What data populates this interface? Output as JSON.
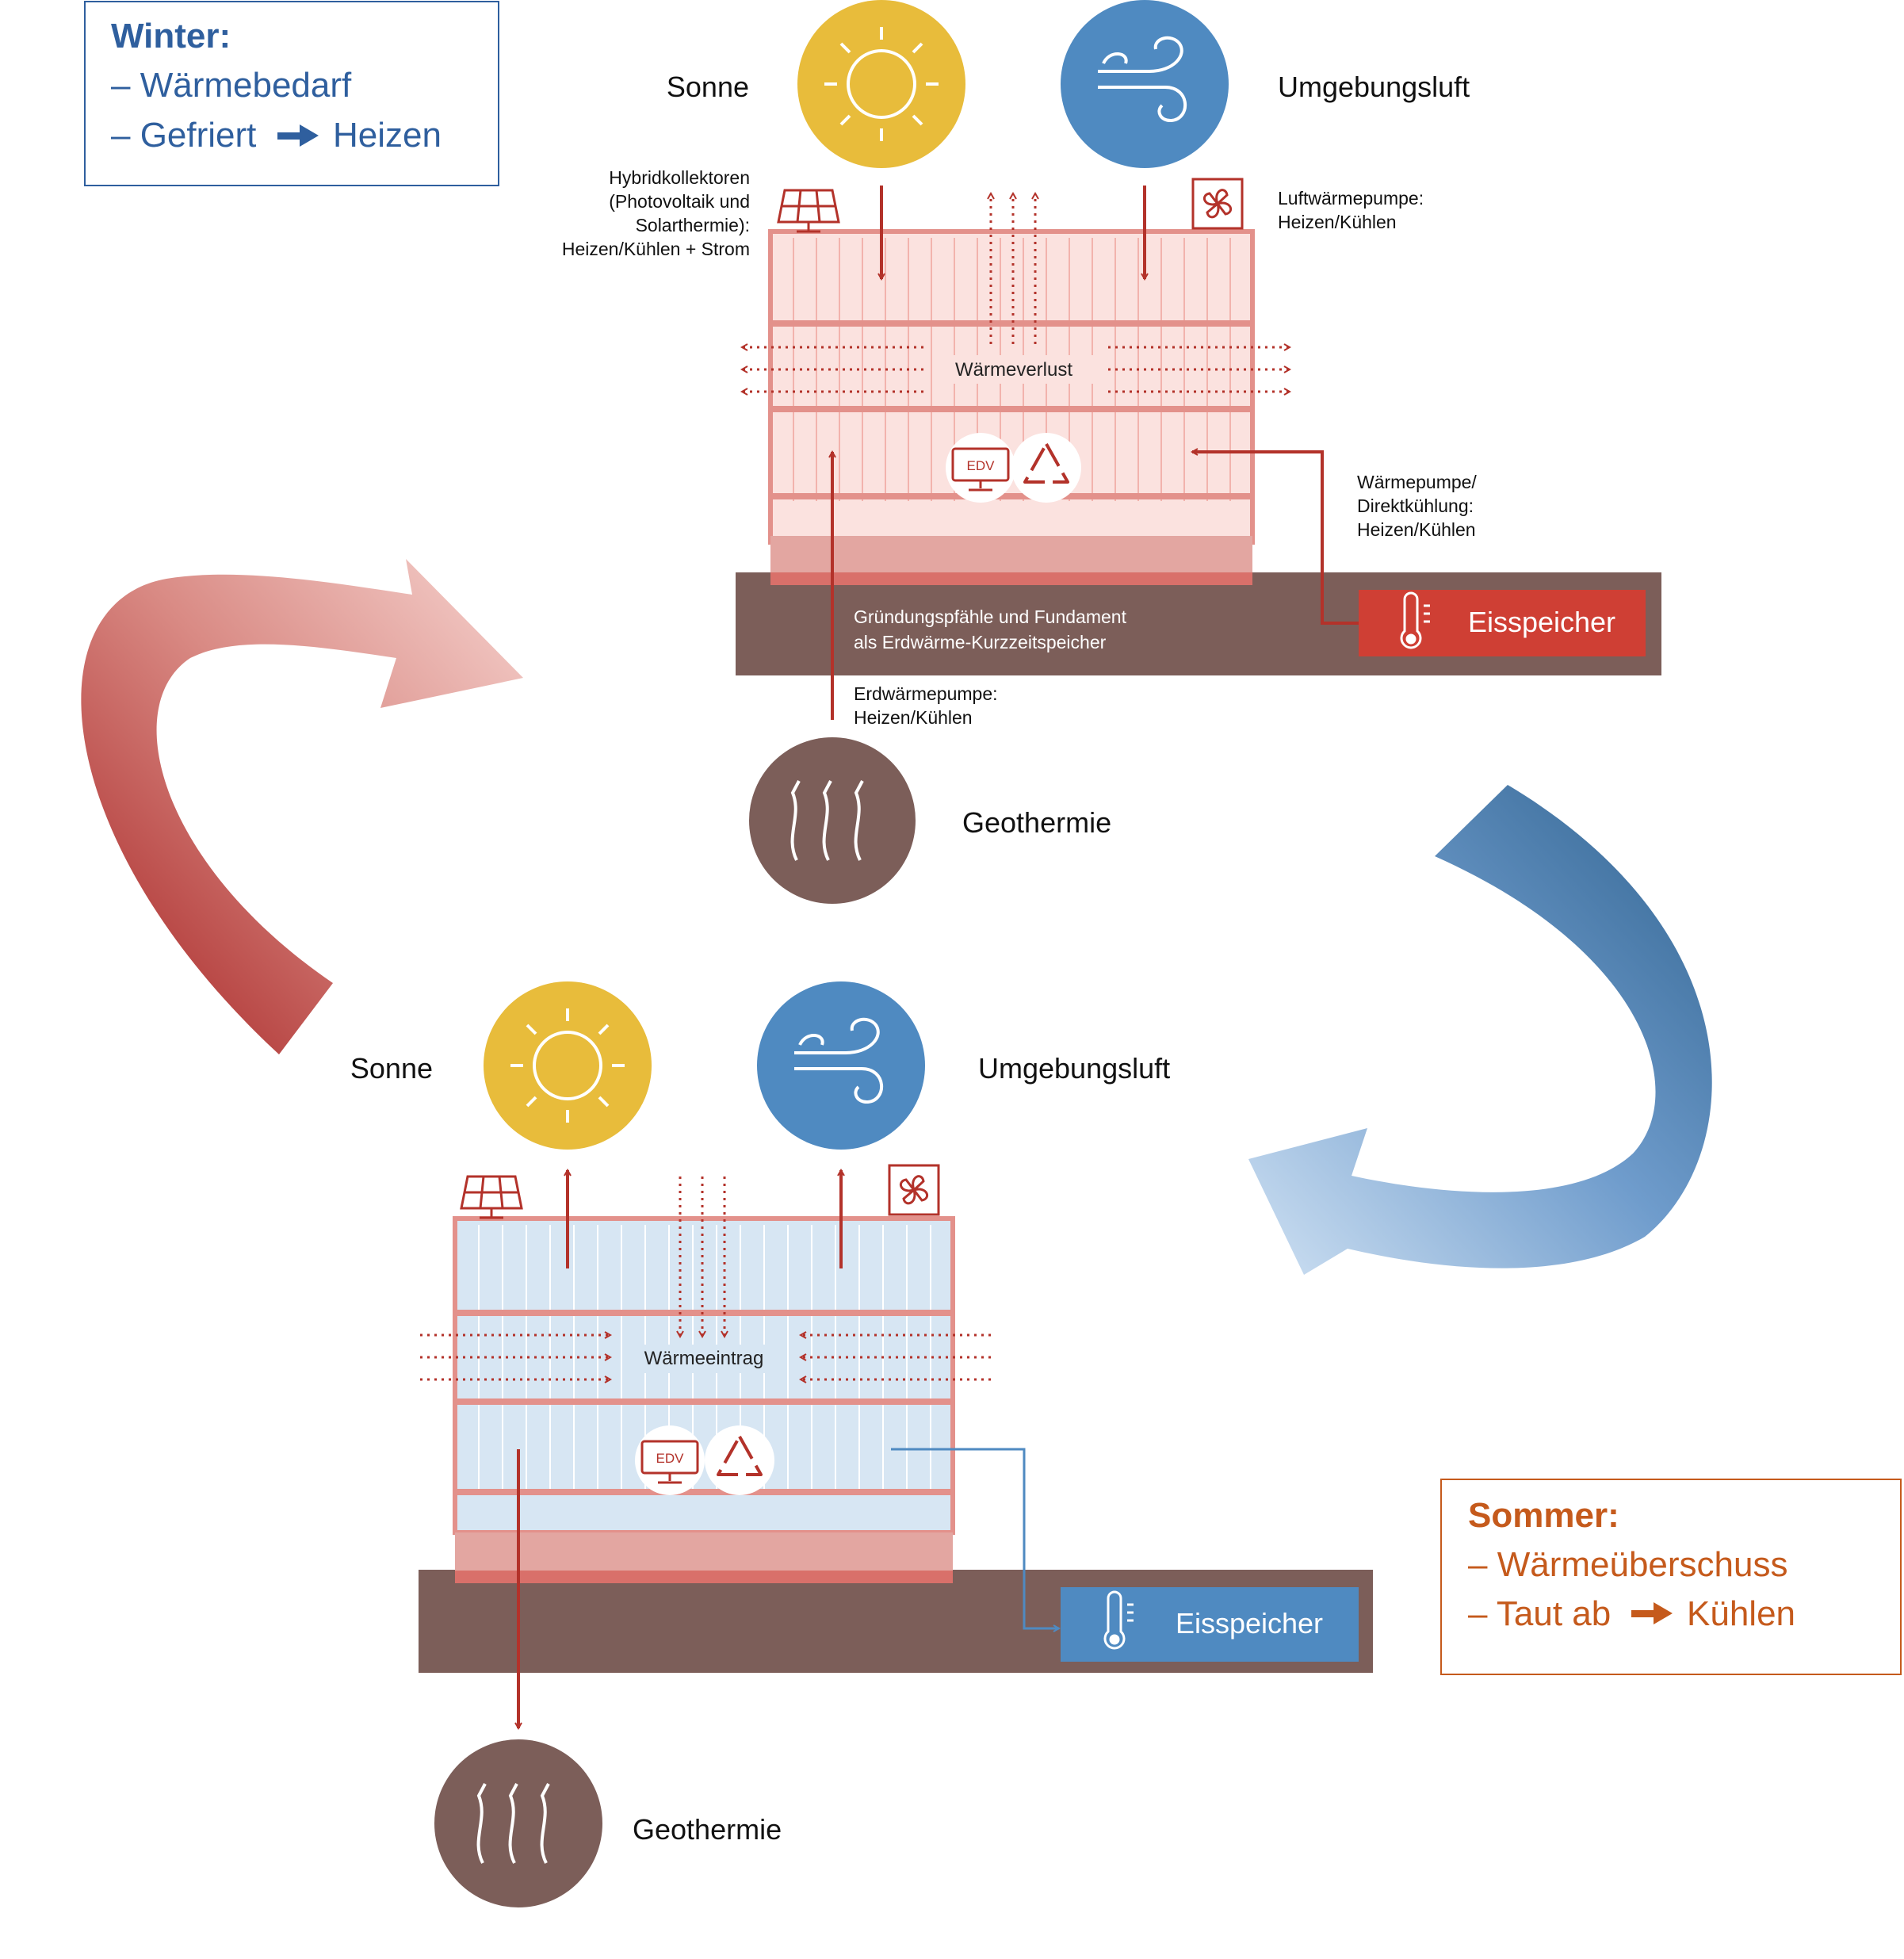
{
  "winter_box": {
    "title": "Winter:",
    "line1": "– Wärmebedarf",
    "line2_a": "– Gefriert",
    "line2_b": "Heizen",
    "color": "#2f5f9e"
  },
  "summer_box": {
    "title": "Sommer:",
    "line1": "– Wärmeüberschuss",
    "line2_a": "– Taut ab",
    "line2_b": "Kühlen",
    "color": "#c55a1c"
  },
  "winter": {
    "sun_label": "Sonne",
    "air_label": "Umgebungsluft",
    "hybrid_label": [
      "Hybridkollektoren",
      "(Photovoltaik und",
      "Solarthermie):",
      "Heizen/Kühlen + Strom"
    ],
    "airpump_label": [
      "Luftwärmepumpe:",
      "Heizen/Kühlen"
    ],
    "center_label": "Wärmeverlust",
    "heatpump_label": [
      "Wärmepumpe/",
      "Direktkühlung:",
      "Heizen/Kühlen"
    ],
    "foundation_label": [
      "Gründungspfähle und Fundament",
      "als Erdwärme-Kurzzeitspeicher"
    ],
    "storage_label": "Eisspeicher",
    "earthpump_label": [
      "Erdwärmepumpe:",
      "Heizen/Kühlen"
    ],
    "geo_label": "Geothermie",
    "edv_label": "EDV"
  },
  "summer": {
    "sun_label": "Sonne",
    "air_label": "Umgebungsluft",
    "center_label": "Wärmeeintrag",
    "storage_label": "Eisspeicher",
    "geo_label": "Geothermie",
    "edv_label": "EDV"
  },
  "colors": {
    "sun": "#e8bc3b",
    "air": "#4f8ac1",
    "geo": "#7c5e59",
    "ground": "#7c5e59",
    "arrow_red": "#b3322a",
    "storage_winter": "#cf3f34",
    "storage_summer": "#4f8ac1",
    "building_winter": "#fbe2df",
    "building_summer": "#d7e6f3",
    "building_frame": "#e3918b"
  },
  "icons": [
    "sun-icon",
    "wind-icon",
    "solar-panel-icon",
    "fan-icon",
    "monitor-icon",
    "recycle-icon",
    "thermometer-icon",
    "heat-waves-icon"
  ]
}
